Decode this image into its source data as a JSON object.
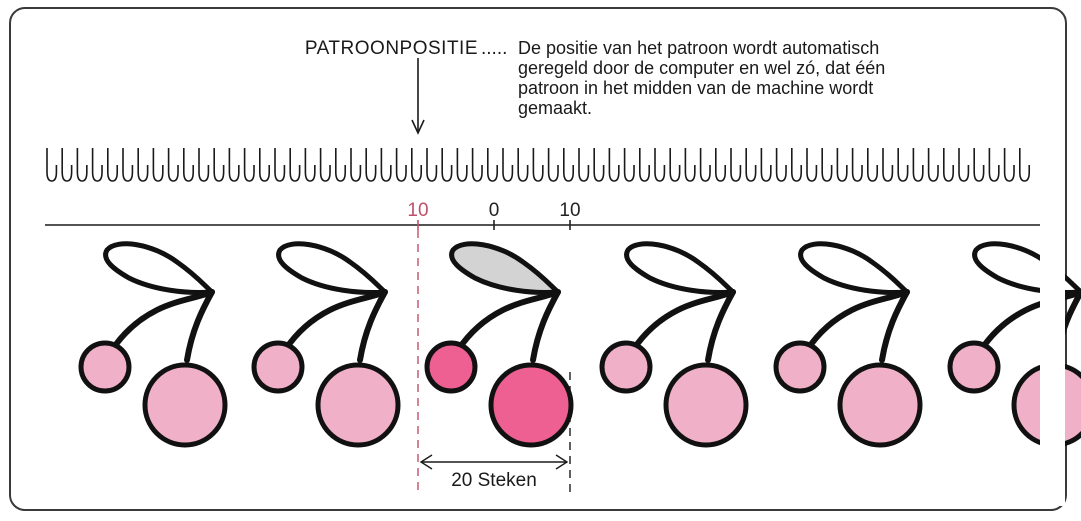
{
  "header": {
    "label": "PATROONPOSITIE",
    "dots": ".....",
    "description_lines": [
      "De positie van het patroon wordt automatisch",
      "geregeld door de computer en wel zó, dat één",
      "patroon in het midden van de machine wordt",
      "gemaakt."
    ]
  },
  "scale": {
    "left_value": "10",
    "center_value": "0",
    "right_value": "10"
  },
  "width_label": "20 Steken",
  "colors": {
    "outline": "#111111",
    "pink_light": "#f0b0c8",
    "pink_strong": "#ee5f92",
    "leaf_highlight": "#d3d3d3",
    "scale_left": "#c0506a",
    "scale_default": "#222222",
    "dashed_left": "#c0506a"
  },
  "icons": {
    "cherry": "cherry-icon",
    "needle": "needle-hook-icon",
    "arrow": "down-arrow-icon"
  }
}
